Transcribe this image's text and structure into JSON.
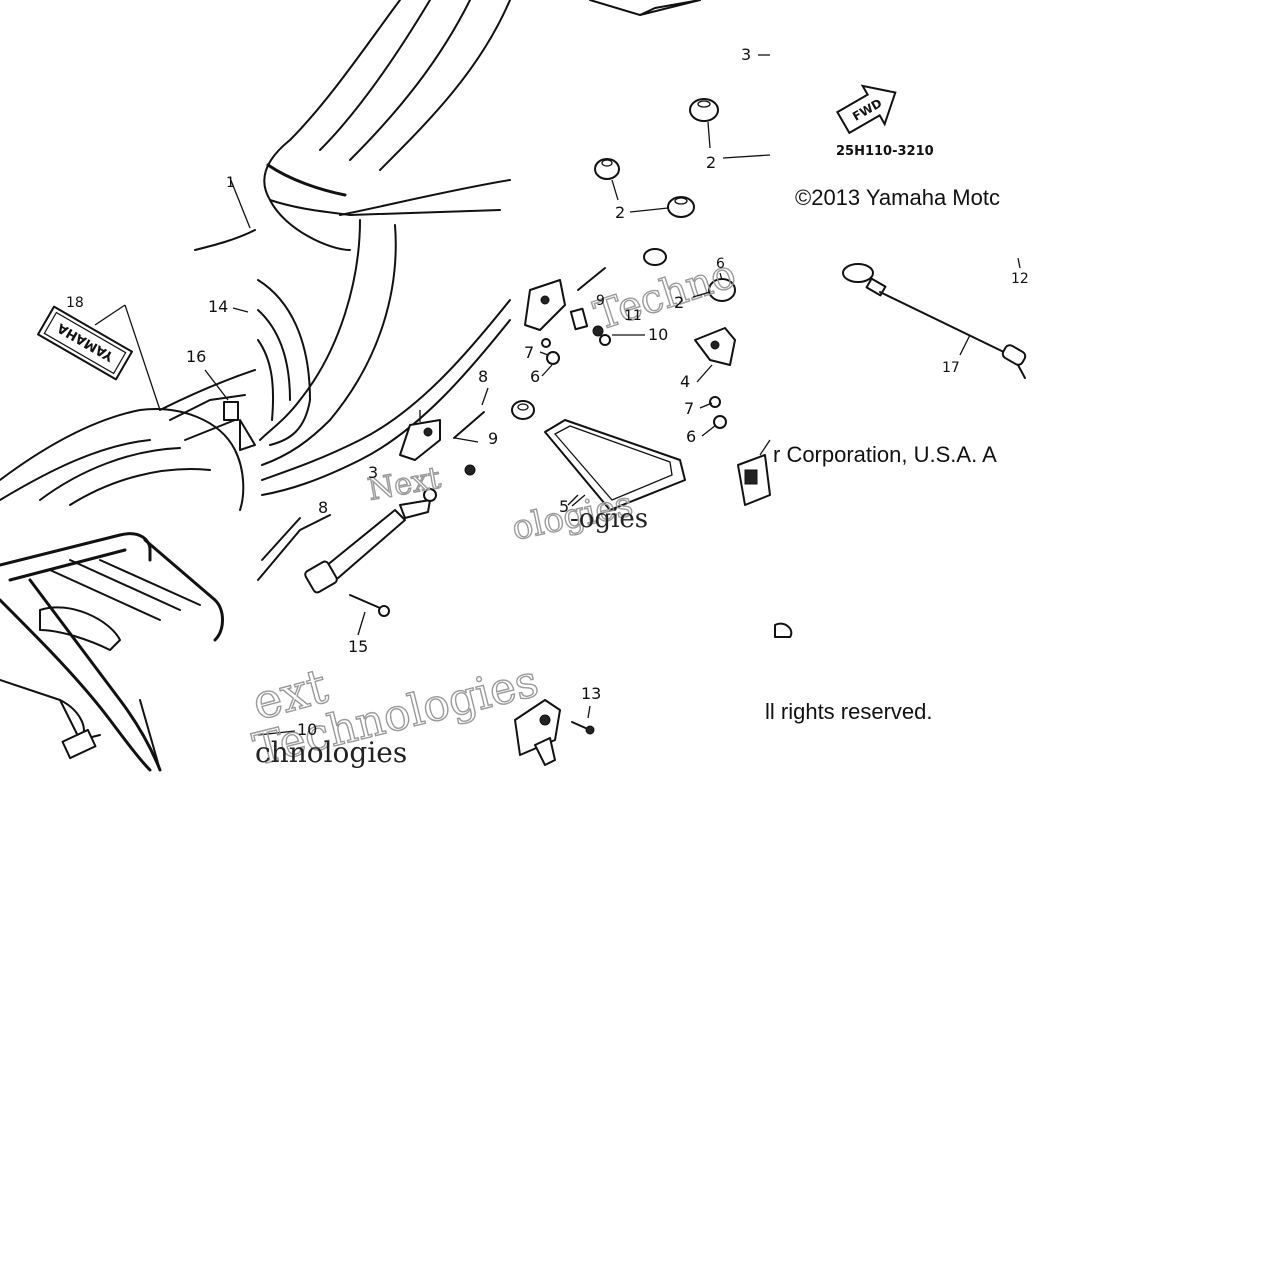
{
  "diagram_code": "25H110-3210",
  "fwd_label": "FWD",
  "decal_text": "YAMAHA",
  "copyright": {
    "line1": "©2013 Yamaha Motc",
    "line2": "r Corporation, U.S.A. A",
    "line3": "ll rights reserved."
  },
  "watermarks": [
    "Next",
    "Technologies",
    "chnologies",
    "ext",
    "ologies",
    "Techno",
    "-ogies"
  ],
  "callouts": {
    "c1": "1",
    "c2a": "2",
    "c2b": "2",
    "c2c": "2",
    "c3a": "3",
    "c3b": "3",
    "c4": "4",
    "c5": "5",
    "c6a": "6",
    "c6b": "6",
    "c6c": "6",
    "c7a": "7",
    "c7b": "7",
    "c8a": "8",
    "c8b": "8",
    "c9a": "9",
    "c9b": "9",
    "c10a": "10",
    "c10b": "10",
    "c11": "11",
    "c12": "12",
    "c13": "13",
    "c14": "14",
    "c15": "15",
    "c16": "16",
    "c17": "17",
    "c18": "18"
  }
}
